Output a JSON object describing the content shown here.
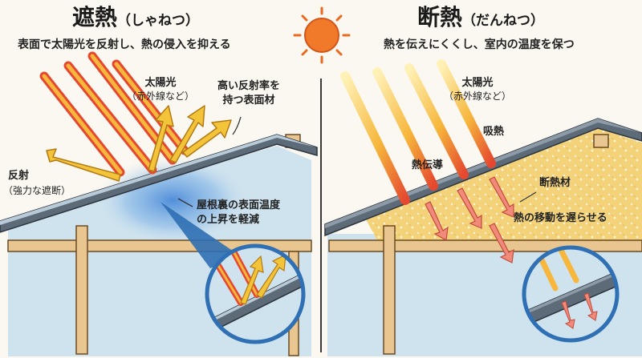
{
  "left": {
    "title": "遮熱",
    "title_kana": "（しゃねつ）",
    "subtitle": "表面で太陽光を反射し、熱の侵入を抑える",
    "label_sunlight": "太陽光",
    "label_sunlight_sub": "（赤外線など）",
    "label_reflect": "反射",
    "label_reflect_sub": "（強力な遮断）",
    "label_surface_line1": "高い反射率を",
    "label_surface_line2": "持つ表面材",
    "label_temp_line1": "屋根裏の表面温度",
    "label_temp_line2": "の上昇を軽減"
  },
  "right": {
    "title": "断熱",
    "title_kana": "（だんねつ）",
    "subtitle": "熱を伝えにくくし、室内の温度を保つ",
    "label_sunlight": "太陽光",
    "label_sunlight_sub": "（赤外線など）",
    "label_absorb": "吸熱",
    "label_conduct": "熱伝導",
    "label_insulation": "断熱材",
    "label_slow": "熱の移動を遅らせる"
  },
  "colors": {
    "sun": "#f07a2a",
    "sky_wall": "#cfe3ee",
    "roof": "#5d6a78",
    "wood": "#e9c690",
    "insulation": "#f3d27a",
    "ray_red": "#e5482f",
    "ray_yellow": "#f3c43a",
    "circle": "#2f6fb3"
  }
}
